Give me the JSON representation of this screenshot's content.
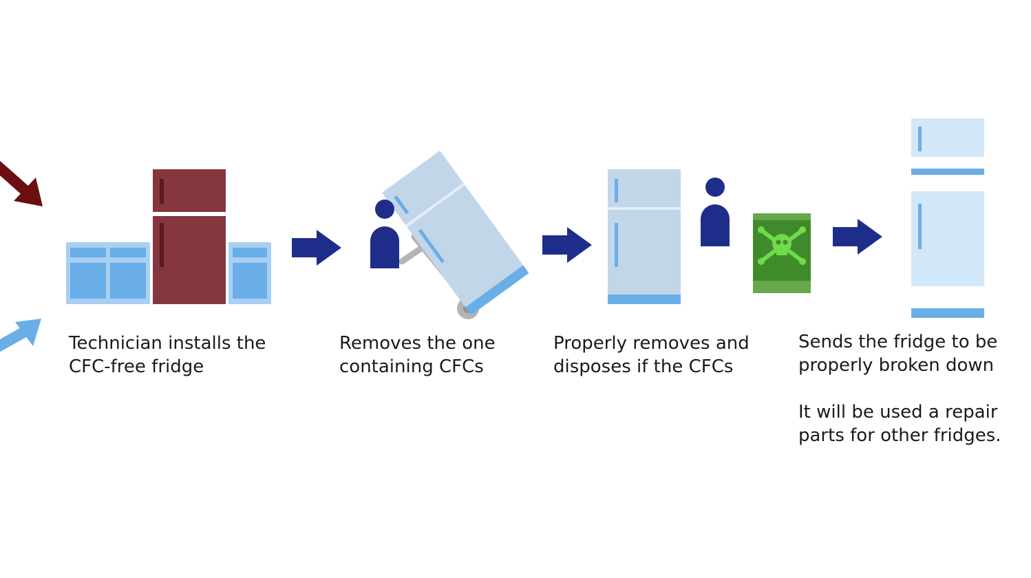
{
  "colors": {
    "fridge_new": "#86363f",
    "fridge_new_dark": "#5b1820",
    "fridge_old": "#c2d6ea",
    "fridge_old_accent": "#6aaee8",
    "fridge_broken": "#d2e7f7",
    "cabinet": "#6aaee8",
    "cabinet_light": "#a9d0f2",
    "person": "#1f2d8a",
    "arrow": "#1f2d8a",
    "arrow_in_top": "#6b0f12",
    "arrow_in_bottom": "#6aaee8",
    "hazard_box": "#3f8a2a",
    "hazard_symbol": "#6fdc4a",
    "dolly": "#b4b4b4"
  },
  "icons": [
    "incoming-arrow-icon",
    "kitchen-cabinets-icon",
    "fridge-icon",
    "step-arrow-icon",
    "person-icon",
    "hand-truck-icon",
    "skull-crossbones-icon",
    "hazard-container-icon",
    "disassembled-fridge-icon"
  ],
  "steps": [
    {
      "lines": [
        "Technician installs the",
        "CFC-free fridge"
      ]
    },
    {
      "lines": [
        "Removes the one",
        "containing CFCs"
      ]
    },
    {
      "lines": [
        "Properly removes and",
        "disposes if the CFCs"
      ]
    },
    {
      "lines": [
        "Sends the fridge to be",
        "properly broken down"
      ],
      "note": [
        "It will be used a repair",
        "parts for other fridges."
      ]
    }
  ]
}
